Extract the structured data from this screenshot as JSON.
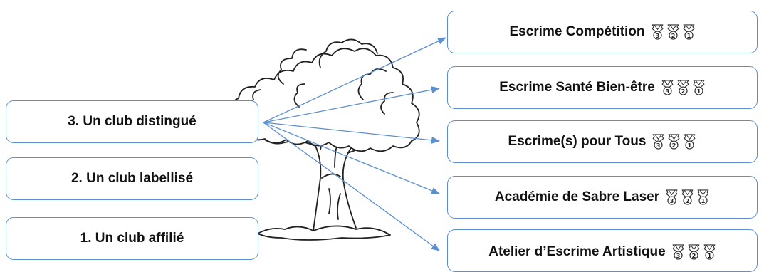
{
  "levels": [
    {
      "label": "3. Un club distingué"
    },
    {
      "label": "2. Un club labellisé"
    },
    {
      "label": "1. Un club affilié"
    }
  ],
  "programs": [
    {
      "label": "Escrime Compétition",
      "medals": [
        "3",
        "2",
        "1"
      ]
    },
    {
      "label": "Escrime Santé Bien-être",
      "medals": [
        "3",
        "2",
        "1"
      ]
    },
    {
      "label": "Escrime(s) pour Tous",
      "medals": [
        "3",
        "2",
        "1"
      ]
    },
    {
      "label": "Académie de Sabre Laser",
      "medals": [
        "3",
        "2",
        "1"
      ]
    },
    {
      "label": "Atelier d’Escrime Artistique",
      "medals": [
        "3",
        "2",
        "1"
      ]
    }
  ],
  "colors": {
    "box_border": "#5b8fd0",
    "arrow": "#5b8fd0",
    "tree_stroke": "#222222"
  },
  "icons": {
    "medal": "medal-icon",
    "tree": "tree-illustration"
  }
}
